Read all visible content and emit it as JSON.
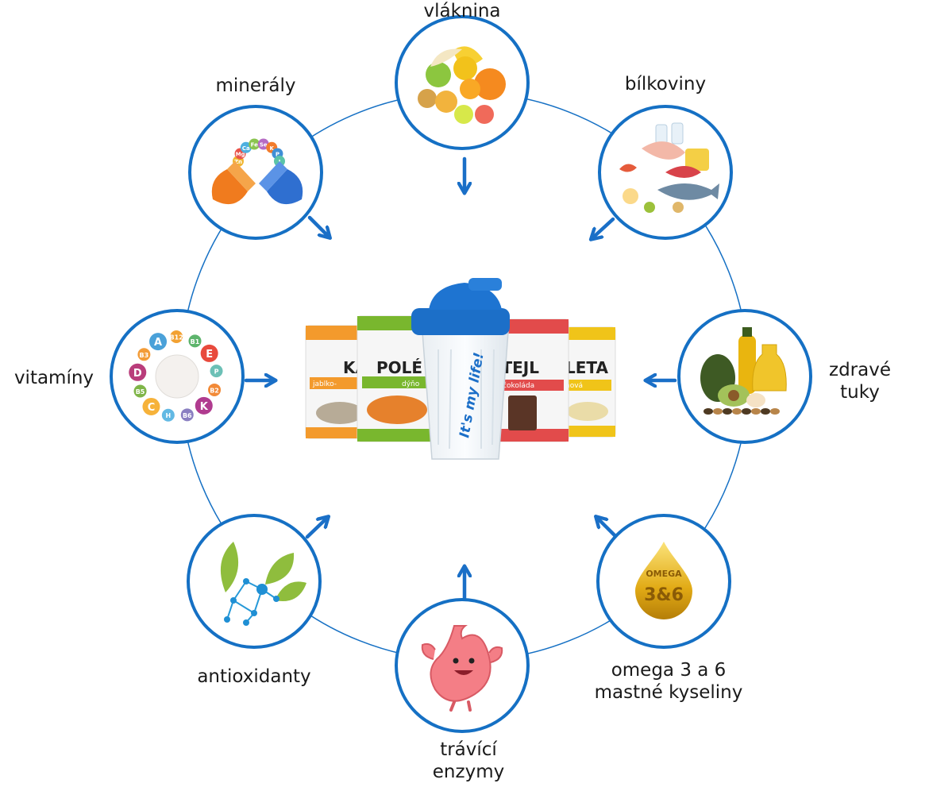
{
  "colors": {
    "ring": "#1570c4",
    "arrow": "#1a6fc7",
    "circle_bg": "#ffffff"
  },
  "center": {
    "products": [
      {
        "label": "KA",
        "subtitle": "jablko-",
        "color": "#f39a2c",
        "icon": "oatmeal-pack"
      },
      {
        "label": "POLÉ",
        "subtitle": "dýňo",
        "color": "#79b72e",
        "icon": "soup-pack"
      },
      {
        "label": "KTEJL",
        "subtitle": "ní čokoláda",
        "color": "#e24b4b",
        "icon": "cocktail-pack"
      },
      {
        "label": "LETA",
        "subtitle": "nová",
        "color": "#f0c419",
        "icon": "omelette-pack"
      }
    ],
    "shaker_text": "It's my life!",
    "shaker_icon": "shaker-bottle"
  },
  "nodes": [
    {
      "id": "vlaknina",
      "label": [
        "vláknina"
      ],
      "icon": "fruit-icon"
    },
    {
      "id": "bilkoviny",
      "label": [
        "bílkoviny"
      ],
      "icon": "protein-food-icon"
    },
    {
      "id": "zdrave-tuky",
      "label": [
        "zdravé",
        "tuky"
      ],
      "icon": "healthy-fats-icon"
    },
    {
      "id": "omega",
      "label": [
        "omega 3 a 6",
        "mastné kyseliny"
      ],
      "icon": "omega-drop-icon",
      "icon_text": [
        "OMEGA",
        "3&6"
      ]
    },
    {
      "id": "travici-enzymy",
      "label": [
        "trávící",
        "enzymy"
      ],
      "icon": "stomach-icon"
    },
    {
      "id": "antioxidanty",
      "label": [
        "antioxidanty"
      ],
      "icon": "leaf-molecule-icon"
    },
    {
      "id": "vitaminy",
      "label": [
        "vitamíny"
      ],
      "icon": "vitamin-wheel-icon",
      "vitamins": [
        "A",
        "B12",
        "B1",
        "E",
        "P",
        "B2",
        "K",
        "B6",
        "H",
        "C",
        "B5",
        "D",
        "B3"
      ]
    },
    {
      "id": "mineraly",
      "label": [
        "minerály"
      ],
      "icon": "capsule-icon",
      "minerals": [
        "Zn",
        "Mg",
        "Ca",
        "Fe",
        "Se",
        "K",
        "P",
        "I"
      ]
    }
  ]
}
